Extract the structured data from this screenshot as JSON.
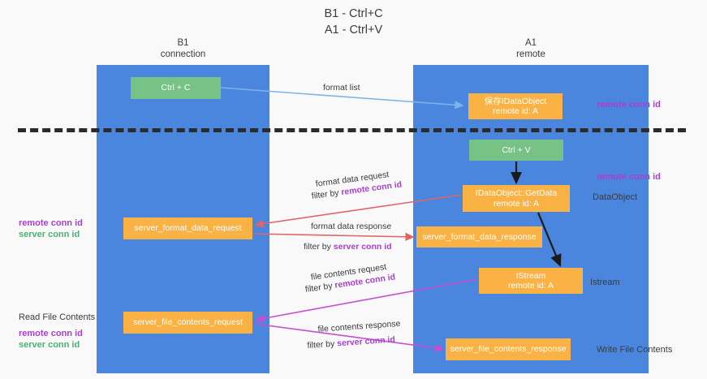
{
  "title": "B1 - Ctrl+C\nA1 - Ctrl+V",
  "title_line1": "B1 - Ctrl+C",
  "title_line2": "A1 - Ctrl+V",
  "colors": {
    "column": "#4a86dd",
    "green_node": "#77c285",
    "orange_node": "#fbb244",
    "purple_text": "#a83fd1",
    "green_text": "#4caf72",
    "body_text": "#3c3c3c",
    "divider": "#2b2b2b",
    "arrow_blue": "#7fb2e5",
    "arrow_red": "#e06666",
    "arrow_black": "#1a1a1a",
    "arrow_magenta": "#c64fd0",
    "background": "#f9f9fa"
  },
  "columns": [
    {
      "id": "b1",
      "title": "B1",
      "subtitle": "connection"
    },
    {
      "id": "a1",
      "title": "A1",
      "subtitle": "remote"
    }
  ],
  "nodes": {
    "ctrl_c": {
      "line1": "Ctrl + C",
      "line2": "",
      "color": "green"
    },
    "save_dataobj": {
      "line1": "保存IDataObject",
      "line2": "remote id: A",
      "color": "orange"
    },
    "ctrl_v": {
      "line1": "Ctrl + V",
      "line2": "",
      "color": "green"
    },
    "getdata": {
      "line1": "IDataObject::GetData",
      "line2": "remote id: A",
      "color": "orange"
    },
    "sfd_request": {
      "line1": "server_format_data_request",
      "line2": "",
      "color": "orange"
    },
    "sfd_response": {
      "line1": "server_format_data_response",
      "line2": "",
      "color": "orange"
    },
    "istream": {
      "line1": "IStream",
      "line2": "remote id: A",
      "color": "orange"
    },
    "sfc_request": {
      "line1": "server_file_contents_request",
      "line2": "",
      "color": "orange"
    },
    "sfc_response": {
      "line1": "server_file_contents_response",
      "line2": "",
      "color": "orange"
    }
  },
  "side_labels": {
    "remote_conn_id_1": "remote conn id",
    "remote_conn_id_2": "remote conn id",
    "dataobject": "DataObject",
    "istream": "Istream",
    "write_file_contents": "Write File Contents"
  },
  "left_labels": {
    "group1": {
      "heading": "",
      "remote": "remote conn id",
      "server": "server conn id"
    },
    "group2": {
      "heading": "Read File Contents",
      "remote": "remote conn id",
      "server": "server conn id"
    }
  },
  "edges": {
    "format_list": {
      "text": "format list"
    },
    "format_data_request": {
      "text": "format data request",
      "filter_prefix": "filter by ",
      "filter_key": "remote conn id"
    },
    "format_data_response": {
      "text": "format data response",
      "filter_prefix": "filter by ",
      "filter_key": "server conn id"
    },
    "file_contents_request": {
      "text": "file contents request",
      "filter_prefix": "filter by ",
      "filter_key": "remote conn id"
    },
    "file_contents_response": {
      "text": "file contents response",
      "filter_prefix": "filter by ",
      "filter_key": "server conn id"
    }
  }
}
